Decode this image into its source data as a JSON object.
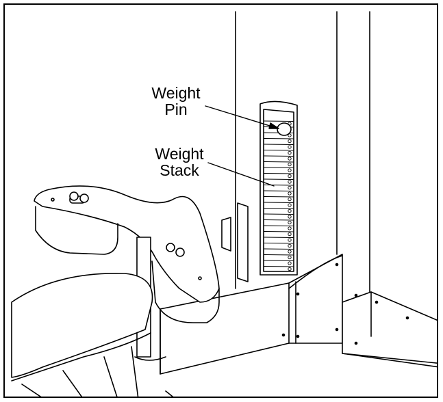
{
  "callouts": {
    "pin": {
      "line1": "Weight",
      "line2": "Pin"
    },
    "stack": {
      "line1": "Weight",
      "line2": "Stack"
    }
  },
  "colors": {
    "line": "#000000",
    "background": "#ffffff"
  }
}
